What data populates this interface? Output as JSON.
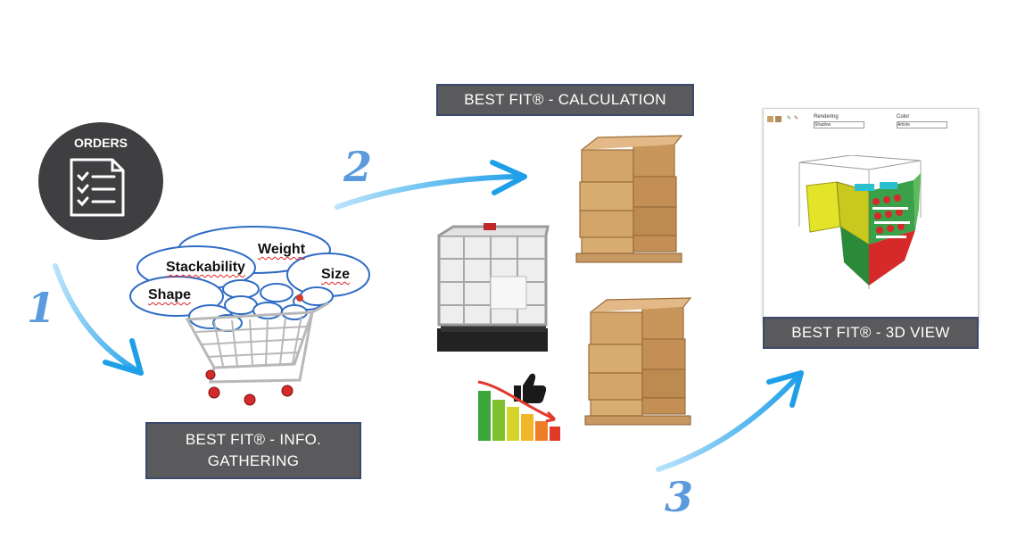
{
  "orders": {
    "title": "ORDERS",
    "icon": "clipboard-checklist-icon"
  },
  "bubbles": {
    "weight": "Weight",
    "stackability": "Stackability",
    "size": "Size",
    "shape": "Shape"
  },
  "steps": {
    "one": "1",
    "two": "2",
    "three": "3"
  },
  "labels": {
    "info_line1": "BEST FIT® - INFO.",
    "info_line2": "GATHERING",
    "calculation": "BEST FIT® - CALCULATION",
    "view3d": "BEST FIT® - 3D VIEW"
  },
  "viewer": {
    "rendering_label": "Rendering",
    "color_label": "Color",
    "rendering_value": "Shadow",
    "color_value": "Article"
  },
  "colors": {
    "arrow": "#29a3e6",
    "box_fill": "#5a5a5c",
    "box_border": "#3b4a6b",
    "circle": "#3f3f41"
  }
}
